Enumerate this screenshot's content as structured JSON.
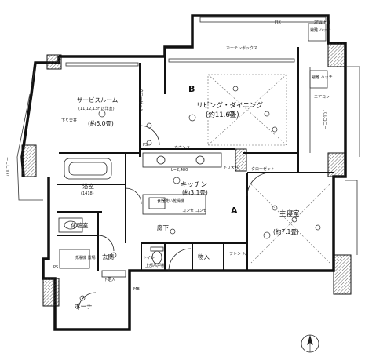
{
  "rooms": {
    "service_room": {
      "name": "サービスルーム",
      "note": "(11,12,13F は洋室)",
      "size": "(約6.0畳)"
    },
    "living": {
      "name": "リビング・ダイニング",
      "size": "(約11.6畳)"
    },
    "kitchen": {
      "name": "キッチン",
      "size": "(約3.1畳)"
    },
    "master": {
      "name": "主寝室",
      "size": "(約7.1畳)"
    },
    "bath": {
      "name": "浴室",
      "size": "(1418)"
    },
    "washroom": {
      "name": "化粧室"
    },
    "laundry": {
      "name": "洗濯機\n置場"
    },
    "entrance": {
      "name": "玄関"
    },
    "toilet": {
      "name": "トイレ"
    },
    "hallway": {
      "name": "廊下"
    },
    "storage": {
      "name": "物入"
    },
    "futon": {
      "name": "フトン\n入"
    },
    "closet": {
      "name": "クローゼット"
    },
    "closet2": {
      "name": "クローゼット"
    },
    "counter": {
      "name": "カウンター"
    },
    "porch": {
      "name": "ポーチ"
    },
    "balcony_left": {
      "name": "バルコニー"
    },
    "balcony_right": {
      "name": "バルコニー"
    }
  },
  "labels": {
    "mark_a": "A",
    "mark_b": "B",
    "ps1": "PS",
    "ps2": "PS",
    "mb": "MB",
    "fix": "FIX",
    "hatch": "避難\nハッチ",
    "hatch2": "避難\nハッチ",
    "shitagari": "下り天井",
    "curtain_box": "カーテンボックス",
    "l_size": "L=2,480",
    "kitchen_equip": "食器洗い乾燥機",
    "kosho": "コンセ コンセ",
    "dishwasher": "食洗機",
    "shoe": "下足入",
    "ceiling_lower": "上部吊戸棚",
    "ceiling_note": "2F以上有",
    "air_con": "エアコン",
    "downlight": "下り天井"
  },
  "north_symbol": "north-arrow"
}
